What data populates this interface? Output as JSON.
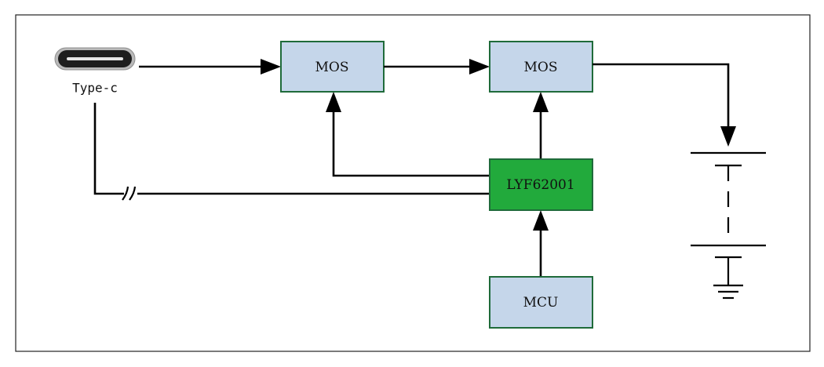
{
  "diagram": {
    "connector_label": "Type-c",
    "mos_left_label": "MOS",
    "mos_right_label": "MOS",
    "controller_label": "LYF62001",
    "mcu_label": "MCU"
  },
  "colors": {
    "block_fill": "#c5d6ea",
    "controller_fill": "#22aa3c",
    "block_border": "#1f6b3a",
    "wire": "#000000"
  },
  "icons": {
    "connector": "usb-type-c-port-icon",
    "battery": "battery-stack-icon",
    "ground": "ground-icon",
    "break_mark": "line-break-icon"
  }
}
